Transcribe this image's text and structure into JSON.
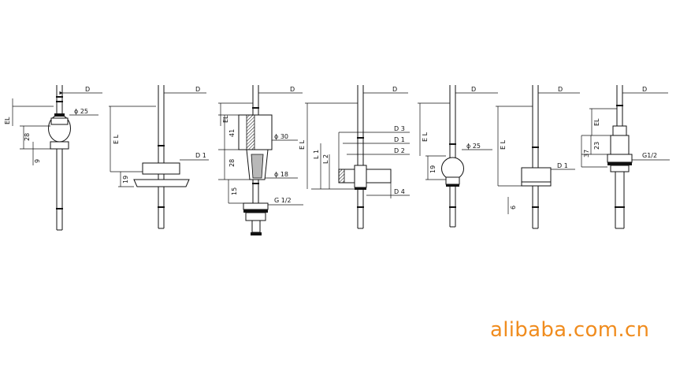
{
  "watermark": "alibaba.com.cn",
  "colors": {
    "line": "#111111",
    "watermark": "#f08c1e",
    "background": "#ffffff"
  },
  "labels": {
    "d": "D",
    "d1": "D 1",
    "d2": "D 2",
    "d3": "D 3",
    "d4": "D 4",
    "el": "EL",
    "el_spaced": "E L",
    "l1": "L 1",
    "l2": "L 2",
    "phi25": "ϕ 25",
    "phi30": "ϕ 30",
    "phi18": "ϕ 18",
    "g12_spaced": "G 1/2",
    "g12": "G1/2",
    "n28": "28",
    "n9": "9",
    "n19": "19",
    "n41": "41",
    "n15": "15",
    "n6": "6",
    "n23": "23",
    "n37": "37"
  }
}
